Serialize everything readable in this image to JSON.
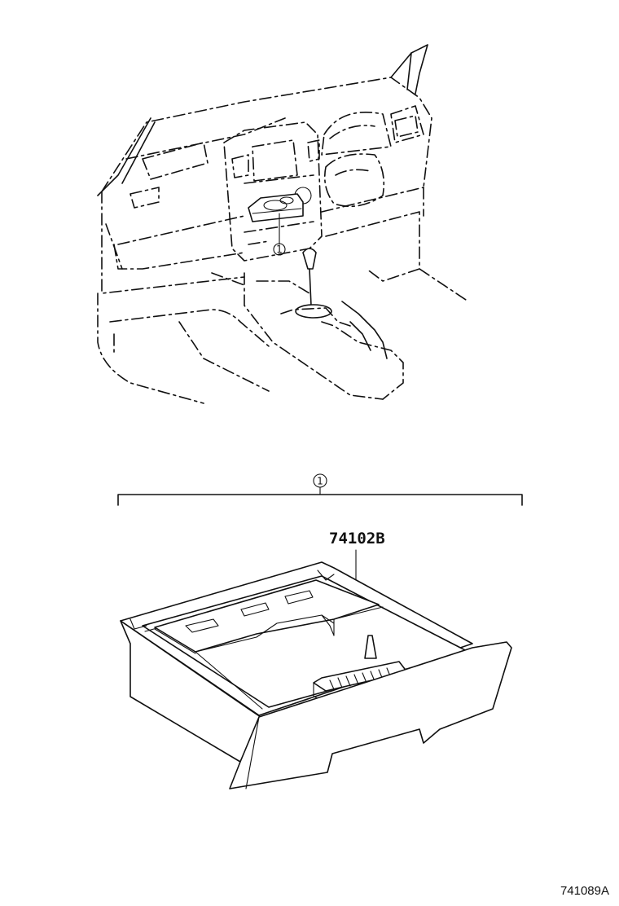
{
  "callouts": {
    "top_number": "1",
    "bracket_number": "1"
  },
  "part": {
    "number": "74102B"
  },
  "diagram": {
    "reference_code": "741089A"
  }
}
